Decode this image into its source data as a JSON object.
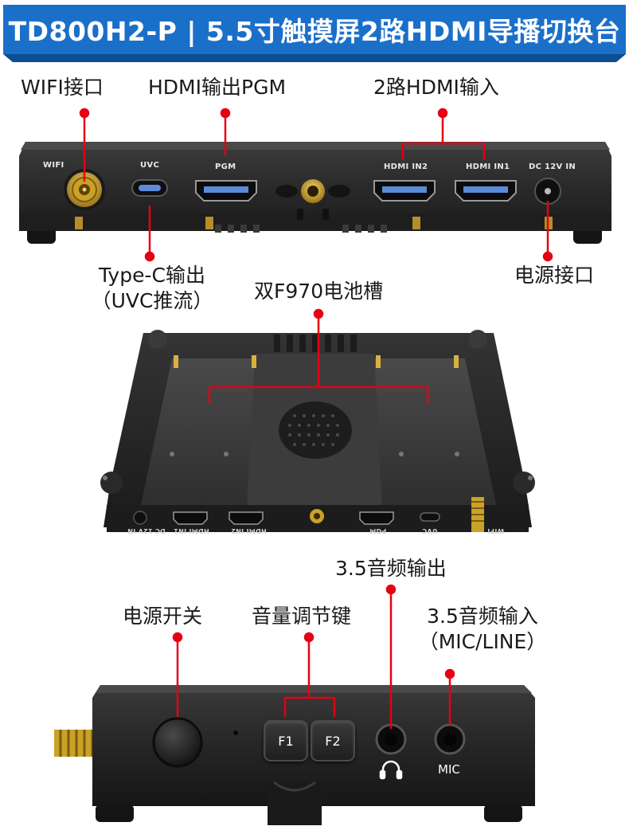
{
  "banner": {
    "title": "TD800H2-P | 5.5寸触摸屏2路HDMI导播切换台",
    "color": "#1a6fc9"
  },
  "callouts": {
    "wifi": "WIFI接口",
    "hdmi_out": "HDMI输出PGM",
    "hdmi_in": "2路HDMI输入",
    "typec_line1": "Type-C输出",
    "typec_line2": "（UVC推流）",
    "power_port": "电源接口",
    "battery": "双F970电池槽",
    "audio_out": "3.5音频输出",
    "power_switch": "电源开关",
    "volume": "音量调节键",
    "audio_in_line1": "3.5音频输入",
    "audio_in_line2": "（MIC/LINE）"
  },
  "rear_panel": {
    "ports": {
      "wifi": "WIFI",
      "uvc": "UVC",
      "pgm": "PGM",
      "hdmi_in2": "HDMI IN2",
      "hdmi_in1": "HDMI IN1",
      "dc": "DC 12V IN"
    }
  },
  "battery_panel": {
    "ports": {
      "dc": "DC 12V IN",
      "in1": "HDMI IN1",
      "in2": "HDMI IN2",
      "pgm": "PGM",
      "uvc": "UVC",
      "wifi": "WIFI"
    }
  },
  "front_panel": {
    "f1": "F1",
    "f2": "F2",
    "mic": "MIC",
    "headphone_icon": "headphone-icon"
  },
  "colors": {
    "callout_line": "#e60012",
    "device_body": "#2a2a2a",
    "gold": "#c9a227"
  }
}
